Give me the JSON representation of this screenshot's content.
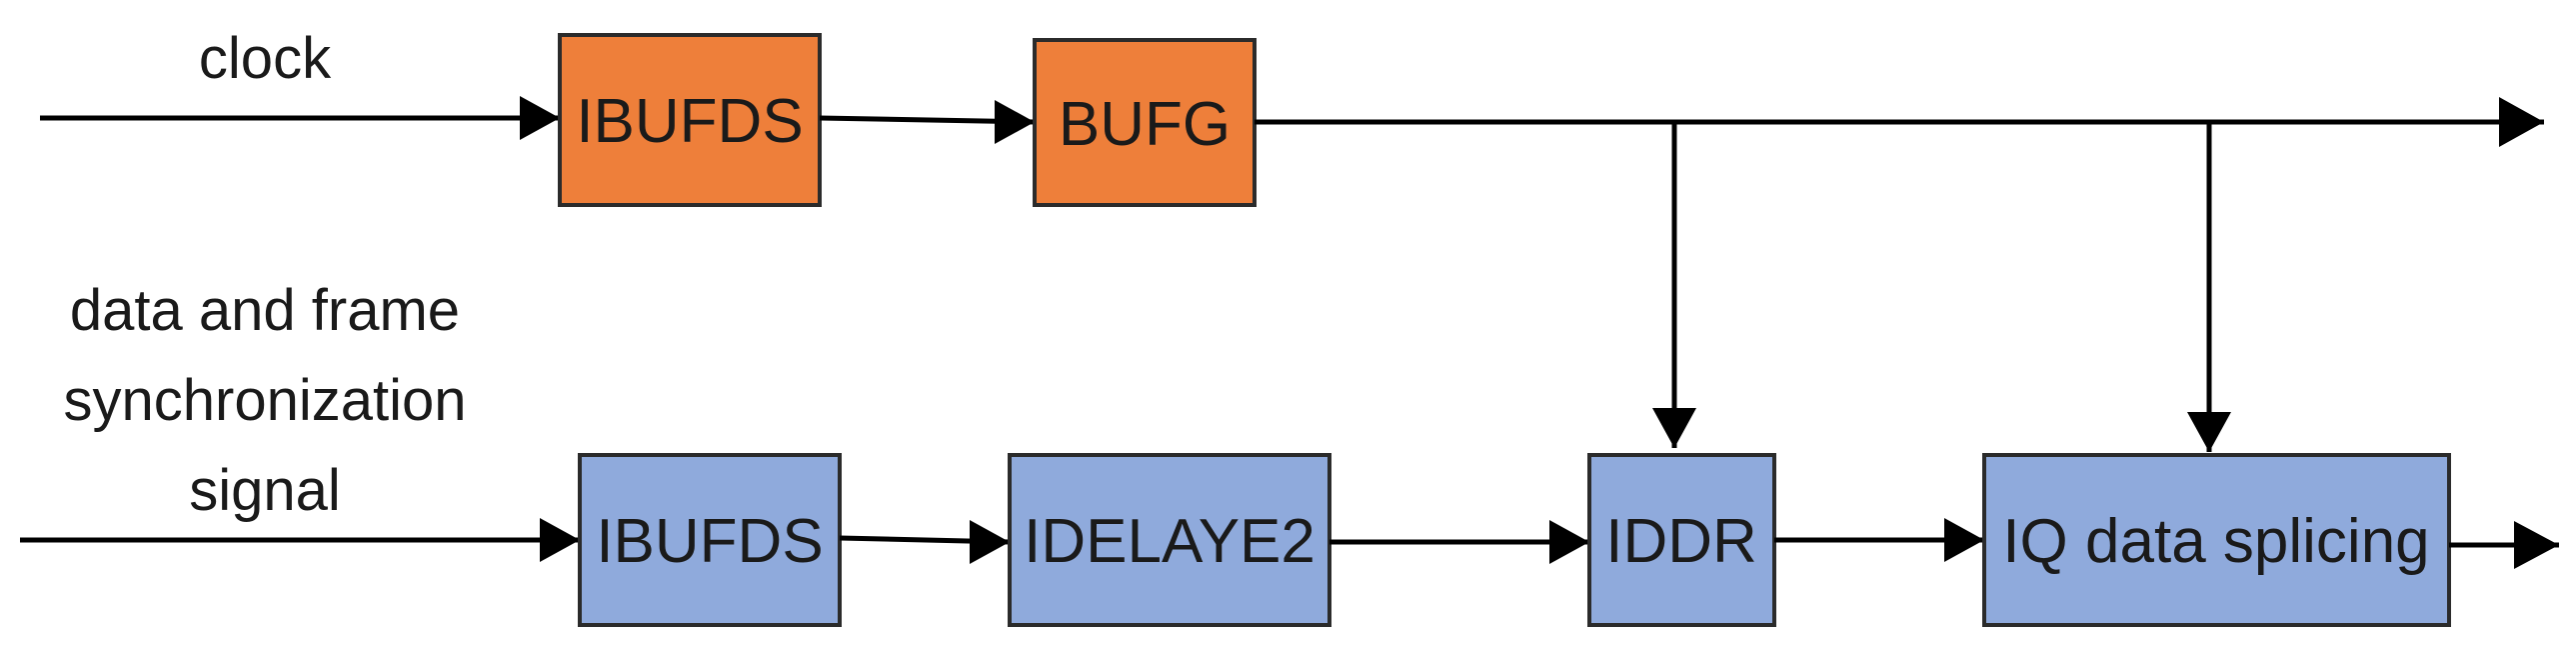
{
  "colors": {
    "clock_block": "#EE7F3A",
    "data_block": "#8FAADC",
    "line": "#000000",
    "border": "#2b2b2b"
  },
  "labels": {
    "clock": "clock",
    "data_line1": "data and frame",
    "data_line2": "synchronization",
    "data_line3": "signal"
  },
  "blocks": {
    "ibufds_clock": "IBUFDS",
    "bufg": "BUFG",
    "ibufds_data": "IBUFDS",
    "idelaye2": "IDELAYE2",
    "iddr": "IDDR",
    "iq_splicing": "IQ data splicing"
  }
}
